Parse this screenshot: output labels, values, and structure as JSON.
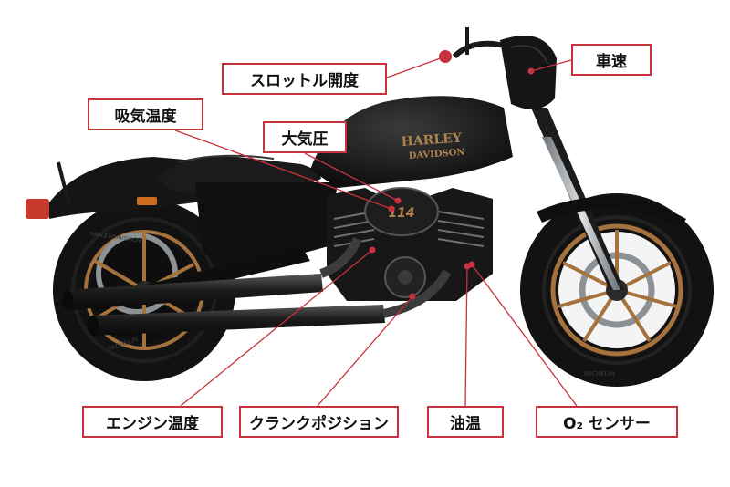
{
  "colors": {
    "accent": "#c8323c",
    "body": "#141414",
    "chrome": "#9aa0a6",
    "rim": "#a5723e",
    "tank_logo": "#b08450"
  },
  "labels": {
    "throttle": "スロットル開度",
    "speed": "車速",
    "intake_temp": "吸気温度",
    "baro": "大気圧",
    "engine_temp": "エンジン温度",
    "crank": "クランクポジション",
    "oil_temp": "油温",
    "o2_sensor": "O₂ センサー"
  },
  "bike_text": {
    "tank_brand_top": "HARLEY",
    "tank_brand_bottom": "DAVIDSON",
    "engine_badge": "114",
    "front_tire": "MICHELIN",
    "rear_fender": "HARLEY-DAVIDSON"
  }
}
